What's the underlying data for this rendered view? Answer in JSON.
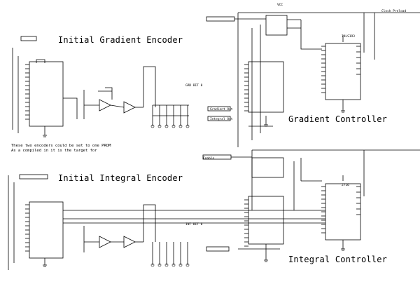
{
  "titles": {
    "initial_gradient_encoder": "Initial Gradient Encoder",
    "gradient_controller": "Gradient Controller",
    "initial_integral_encoder": "Initial Integral Encoder",
    "integral_controller": "Integral Controller"
  },
  "notes": {
    "line1": "These two encoders could be set to one PROM",
    "line2": "As a compiled in it is the target for"
  },
  "labels": {
    "vcc_top": "VCC",
    "top_right_signal": "Clock Preload",
    "gradient_bus_label": "GRD BIT 0",
    "integral_bus_label": "INT BIT 0",
    "gradient_out_label": "Gradient Out",
    "integral_out_label": "Integral Out",
    "enable_label": "Enable",
    "counter_chip": "74LS193",
    "rom_chip": "2716"
  }
}
